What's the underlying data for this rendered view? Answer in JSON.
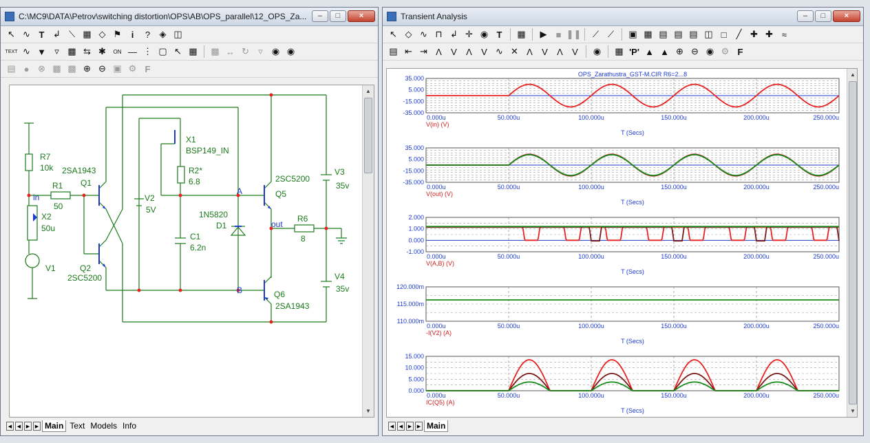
{
  "schematic_window": {
    "title": "C:\\MC9\\DATA\\Petrov\\switching distortion\\OPS\\AB\\OPS_parallel\\12_OPS_Za...",
    "tabs": [
      "Main",
      "Text",
      "Models",
      "Info"
    ],
    "components": {
      "r7": "R7",
      "r7_val": "10k",
      "r1": "R1",
      "r1_val": "50",
      "x2": "X2",
      "x2_val": "50u",
      "v1": "V1",
      "q1": "Q1",
      "q1_type": "2SA1943",
      "q2": "Q2",
      "q2_type": "2SC5200",
      "v2": "V2",
      "v2_val": "5V",
      "x1": "X1",
      "x1_type": "BSP149_IN",
      "r2": "R2*",
      "r2_val": "6.8",
      "c1": "C1",
      "c1_val": "6.2n",
      "d1": "D1",
      "d1_type": "1N5820",
      "q5": "Q5",
      "q5_type": "2SC5200",
      "q6": "Q6",
      "q6_type": "2SA1943",
      "r6": "R6",
      "r6_val": "8",
      "v3": "V3",
      "v3_val": "35v",
      "v4": "V4",
      "v4_val": "35v"
    },
    "nodes": {
      "in": "in",
      "a": "A",
      "b": "B",
      "out": "out"
    }
  },
  "analysis_window": {
    "title": "Transient Analysis",
    "tabs": [
      "Main"
    ],
    "plot_title": "OPS_Zarathustra_GST-M.CIR R6=2...8"
  },
  "colors": {
    "red": "#e82020",
    "dark_red": "#7a1a1a",
    "green": "#1a8a1a",
    "blue": "#1c3ad0",
    "schematic": "#1a7a1a"
  },
  "chart_data": [
    {
      "type": "line",
      "ylabel": "V(in) (V)",
      "xlabel": "T (Secs)",
      "x_ticks": [
        "0.000u",
        "50.000u",
        "100.000u",
        "150.000u",
        "200.000u",
        "250.000u"
      ],
      "y_ticks": [
        "35.000",
        "5.000",
        "-15.000",
        "-35.000"
      ],
      "xlim": [
        0,
        250
      ],
      "ylim": [
        -35,
        35
      ],
      "series": [
        {
          "kind": "sine",
          "start": 50,
          "period": 50,
          "amplitude": 23,
          "color": "#e82020"
        }
      ]
    },
    {
      "type": "line",
      "ylabel": "V(out) (V)",
      "xlabel": "T (Secs)",
      "x_ticks": [
        "0.000u",
        "50.000u",
        "100.000u",
        "150.000u",
        "200.000u",
        "250.000u"
      ],
      "y_ticks": [
        "35.000",
        "5.000",
        "-15.000",
        "-35.000"
      ],
      "xlim": [
        0,
        250
      ],
      "ylim": [
        -35,
        35
      ],
      "series": [
        {
          "kind": "sine",
          "start": 50,
          "period": 50,
          "amplitude": 22,
          "color": "#e82020"
        },
        {
          "kind": "sine",
          "start": 50,
          "period": 50,
          "amplitude": 21.5,
          "color": "#7a1a1a"
        },
        {
          "kind": "sine",
          "start": 50,
          "period": 50,
          "amplitude": 21,
          "color": "#1a8a1a"
        }
      ]
    },
    {
      "type": "line",
      "ylabel": "V(A,B) (V)",
      "xlabel": "T (Secs)",
      "x_ticks": [
        "0.000u",
        "50.000u",
        "100.000u",
        "150.000u",
        "200.000u",
        "250.000u"
      ],
      "y_ticks": [
        "2.000",
        "1.000",
        "0.000",
        "-1.000"
      ],
      "xlim": [
        0,
        250
      ],
      "ylim": [
        -1,
        2
      ],
      "series": [
        {
          "kind": "dips",
          "start": 50,
          "period": 25,
          "width": 8,
          "high": 1.15,
          "low": 0.0,
          "color": "#e82020"
        },
        {
          "kind": "dips",
          "start": 75,
          "period": 50,
          "width": 5,
          "high": 1.15,
          "low": -0.05,
          "color": "#7a1a1a"
        },
        {
          "kind": "flat",
          "value": 1.2,
          "color": "#1a8a1a"
        }
      ]
    },
    {
      "type": "line",
      "ylabel": "-I(V2) (A)",
      "xlabel": "T (Secs)",
      "x_ticks": [
        "0.000u",
        "50.000u",
        "100.000u",
        "150.000u",
        "200.000u",
        "250.000u"
      ],
      "y_ticks": [
        "120.000m",
        "115.000m",
        "110.000m"
      ],
      "xlim": [
        0,
        250
      ],
      "ylim": [
        110,
        120
      ],
      "series": [
        {
          "kind": "flat",
          "value": 116.2,
          "color": "#1a8a1a"
        }
      ]
    },
    {
      "type": "line",
      "ylabel": "IC(Q5) (A)",
      "xlabel": "T (Secs)",
      "x_ticks": [
        "0.000u",
        "50.000u",
        "100.000u",
        "150.000u",
        "200.000u",
        "250.000u"
      ],
      "y_ticks": [
        "15.000",
        "10.000",
        "5.000",
        "0.000"
      ],
      "xlim": [
        0,
        250
      ],
      "ylim": [
        0,
        15
      ],
      "series": [
        {
          "kind": "halfsine",
          "start": 50,
          "period": 50,
          "amplitude": 13.5,
          "color": "#e82020"
        },
        {
          "kind": "halfsine",
          "start": 50,
          "period": 50,
          "amplitude": 7.5,
          "color": "#7a1a1a"
        },
        {
          "kind": "halfsine",
          "start": 50,
          "period": 50,
          "amplitude": 3.8,
          "color": "#1a8a1a"
        }
      ]
    }
  ]
}
